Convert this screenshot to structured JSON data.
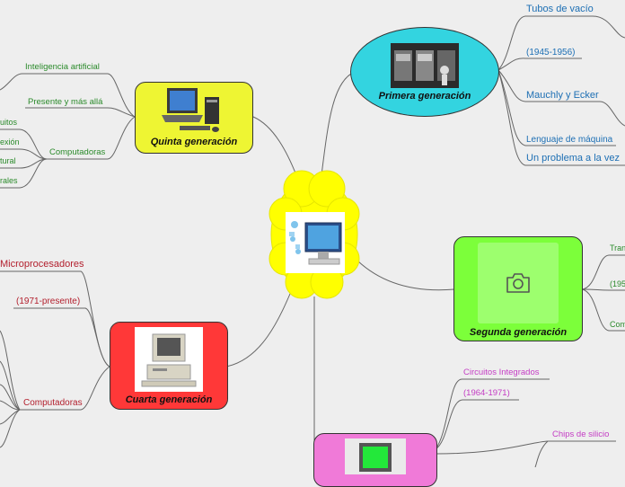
{
  "center": {
    "icon": "computer-icon"
  },
  "branches": {
    "primera": {
      "title": "Primera generación",
      "color": "#33d4e0"
    },
    "segunda": {
      "title": "Segunda generación",
      "color": "#7cff3a"
    },
    "tercera": {
      "color": "#f07ad8"
    },
    "cuarta": {
      "title": "Cuarta generación",
      "color": "#ff3838"
    },
    "quinta": {
      "title": "Quinta generación",
      "color": "#eef533"
    }
  },
  "primera_items": [
    "Tubos de vacío",
    "(1945-1956)",
    "Mauchly y Ecker",
    "Lenguaje de máquina",
    "Un problema a la vez"
  ],
  "segunda_items": [
    "Tran",
    "(195",
    "Com"
  ],
  "tercera_items": [
    "Circuitos Integrados",
    "(1964-1971)",
    "Chips de silicio"
  ],
  "cuarta_items": [
    "Microprocesadores",
    "(1971-presente)",
    "Computadoras"
  ],
  "quinta_items": [
    "Inteligencia artificial",
    "Presente y más allá",
    "Computadoras"
  ],
  "quinta_sub": [
    "uitos",
    "exión",
    "tural",
    "rales"
  ],
  "center_color": "#ffff00"
}
